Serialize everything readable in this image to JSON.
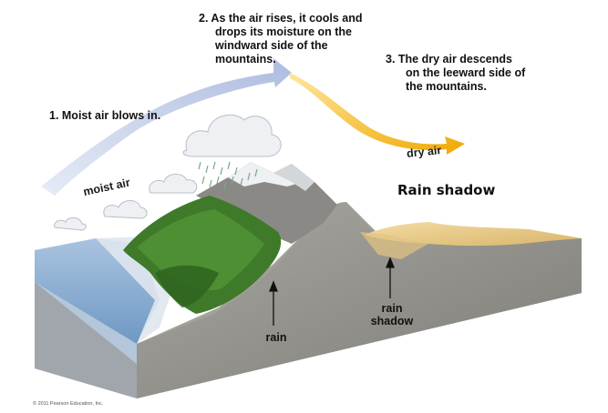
{
  "steps": {
    "step1": "1. Moist air blows in.",
    "step2_line1": "2.  As the air rises, it cools and",
    "step2_line2": "drops its moisture on the",
    "step2_line3": "windward side of the",
    "step2_line4": "mountains.",
    "step3_line1": "3.  The dry air descends",
    "step3_line2": "on the leeward side of",
    "step3_line3": "the mountains."
  },
  "arrows": {
    "moist_air": "moist air",
    "dry_air": "dry air"
  },
  "title": "Rain shadow",
  "terrain_labels": {
    "rain": "rain",
    "rain_shadow_line1": "rain",
    "rain_shadow_line2": "shadow"
  },
  "copyright": "© 2011 Pearson Education, Inc.",
  "colors": {
    "moist_arrow": "#b8c6e4",
    "dry_arrow": "#f2b21a",
    "water": "#7fa6cc",
    "block_side": "#9a9892",
    "desert": "#e6c98a",
    "forest": "#3e7a2a"
  }
}
